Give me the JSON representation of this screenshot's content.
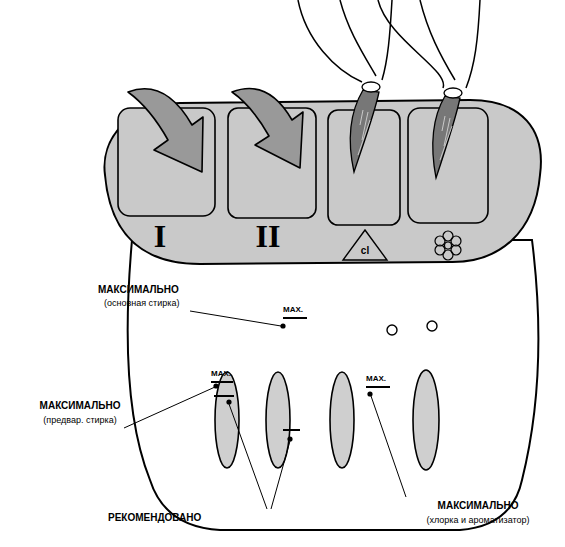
{
  "diagram": {
    "labels": [
      "I",
      "II",
      "cl",
      "МАКСИМАЛЬНО",
      "(основная стирка)",
      "MAX.",
      "MAX.",
      "МАКСИМАЛЬНО",
      "(предвар. стирка)",
      "MAX.",
      "РЕКОМЕНДОВАНО",
      "МАКСИМАЛЬНО",
      "(хлорка и ароматизатор)"
    ]
  }
}
